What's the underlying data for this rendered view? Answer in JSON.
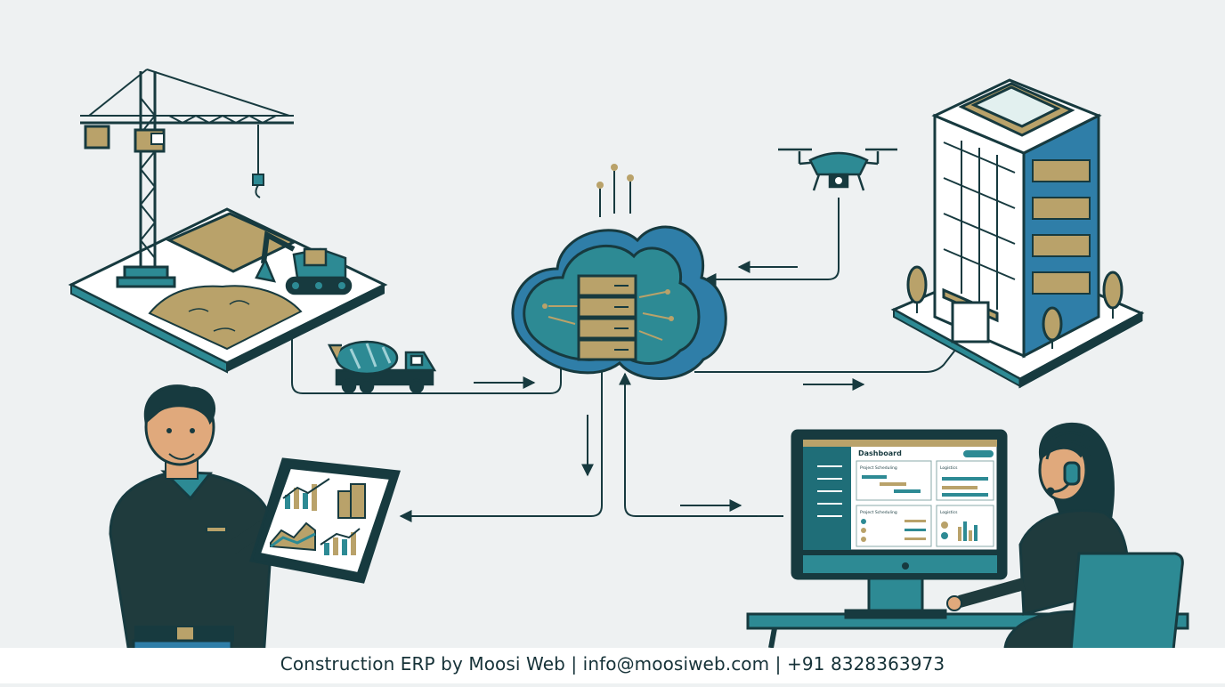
{
  "footer": {
    "caption": "Construction ERP by Moosi Web | info@moosiweb.com | +91 8328363973"
  },
  "monitor": {
    "title": "Dashboard",
    "panels": [
      {
        "label": "Project Scheduling"
      },
      {
        "label": "Logistics"
      },
      {
        "label": "Project Scheduling"
      },
      {
        "label": "Logistics"
      }
    ]
  },
  "colors": {
    "dark": "#173a3f",
    "teal": "#2d8a94",
    "blue": "#2f7ea8",
    "sand": "#b9a26a",
    "sand_dark": "#9a8450",
    "bg": "#eef1f2",
    "white": "#ffffff"
  },
  "icons": [
    "tower-crane-icon",
    "excavator-icon",
    "cement-mixer-truck-icon",
    "cloud-server-icon",
    "drone-icon",
    "office-building-icon",
    "tablet-icon",
    "monitor-icon",
    "headset-icon"
  ]
}
